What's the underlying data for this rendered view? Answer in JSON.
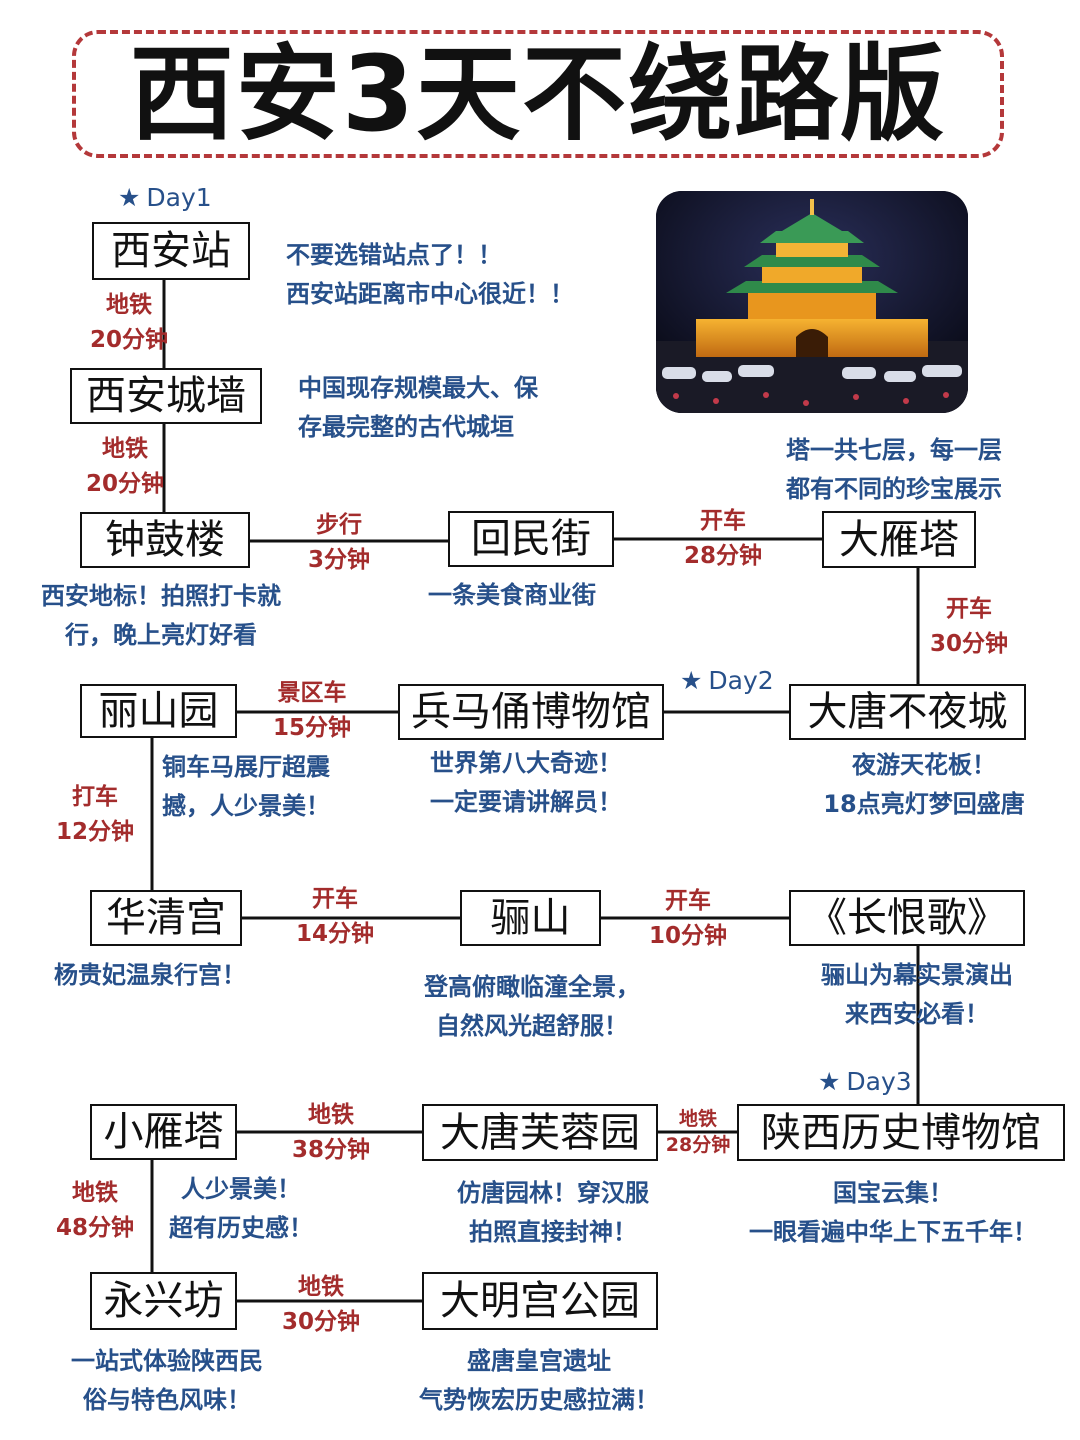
{
  "title": "西安3天不绕路版",
  "days": {
    "day1": "Day1",
    "day2": "Day2",
    "day3": "Day3"
  },
  "nodes": {
    "xian_station": "西安站",
    "city_wall": "西安城墙",
    "bell_drum_tower": "钟鼓楼",
    "muslim_street": "回民街",
    "big_wild_goose": "大雁塔",
    "lishan_garden": "丽山园",
    "terracotta": "兵马俑博物馆",
    "tang_night_city": "大唐不夜城",
    "huaqing_palace": "华清宫",
    "lishan": "骊山",
    "everlasting_regret": "《长恨歌》",
    "small_wild_goose": "小雁塔",
    "tang_paradise": "大唐芙蓉园",
    "shaanxi_museum": "陕西历史博物馆",
    "yongxingfang": "永兴坊",
    "daming_palace": "大明宫公园"
  },
  "transport": {
    "t1": [
      "地铁",
      "20分钟"
    ],
    "t2": [
      "地铁",
      "20分钟"
    ],
    "t3": [
      "步行",
      "3分钟"
    ],
    "t4": [
      "开车",
      "28分钟"
    ],
    "t5": [
      "开车",
      "30分钟"
    ],
    "t6": [
      "景区车",
      "15分钟"
    ],
    "t7": [
      "打车",
      "12分钟"
    ],
    "t8": [
      "开车",
      "14分钟"
    ],
    "t9": [
      "开车",
      "10分钟"
    ],
    "t10": [
      "地铁",
      "38分钟"
    ],
    "t11": [
      "地铁",
      "28分钟"
    ],
    "t12": [
      "地铁",
      "48分钟"
    ],
    "t13": [
      "地铁",
      "30分钟"
    ]
  },
  "descriptions": {
    "xian_station": [
      "不要选错站点了！！",
      "西安站距离市中心很近！！"
    ],
    "city_wall": [
      "中国现存规模最大、保",
      "存最完整的古代城垣"
    ],
    "big_wild_goose": [
      "塔一共七层，每一层",
      "都有不同的珍宝展示"
    ],
    "bell_drum_tower": [
      "西安地标！拍照打卡就",
      "行，晚上亮灯好看"
    ],
    "muslim_street": [
      "一条美食商业街"
    ],
    "lishan_garden": [
      "铜车马展厅超震",
      "撼，人少景美！"
    ],
    "terracotta": [
      "世界第八大奇迹！",
      "一定要请讲解员！"
    ],
    "tang_night_city": [
      "夜游天花板！",
      "18点亮灯梦回盛唐"
    ],
    "huaqing_palace": [
      "杨贵妃温泉行宫！"
    ],
    "lishan": [
      "登高俯瞰临潼全景，",
      "自然风光超舒服！"
    ],
    "everlasting_regret": [
      "骊山为幕实景演出",
      "来西安必看！"
    ],
    "small_wild_goose": [
      "人少景美！",
      "超有历史感！"
    ],
    "tang_paradise": [
      "仿唐园林！穿汉服",
      "拍照直接封神！"
    ],
    "shaanxi_museum": [
      "国宝云集！",
      "一眼看遍中华上下五千年！"
    ],
    "yongxingfang": [
      "一站式体验陕西民",
      "俗与特色风味！"
    ],
    "daming_palace": [
      "盛唐皇宫遗址",
      "气势恢宏历史感拉满！"
    ]
  },
  "photo": {
    "subject": "bell-tower-night-photo"
  },
  "colors": {
    "accent_red": "#a32c2c",
    "desc_blue": "#27508a",
    "frame_red": "#b4383a"
  }
}
